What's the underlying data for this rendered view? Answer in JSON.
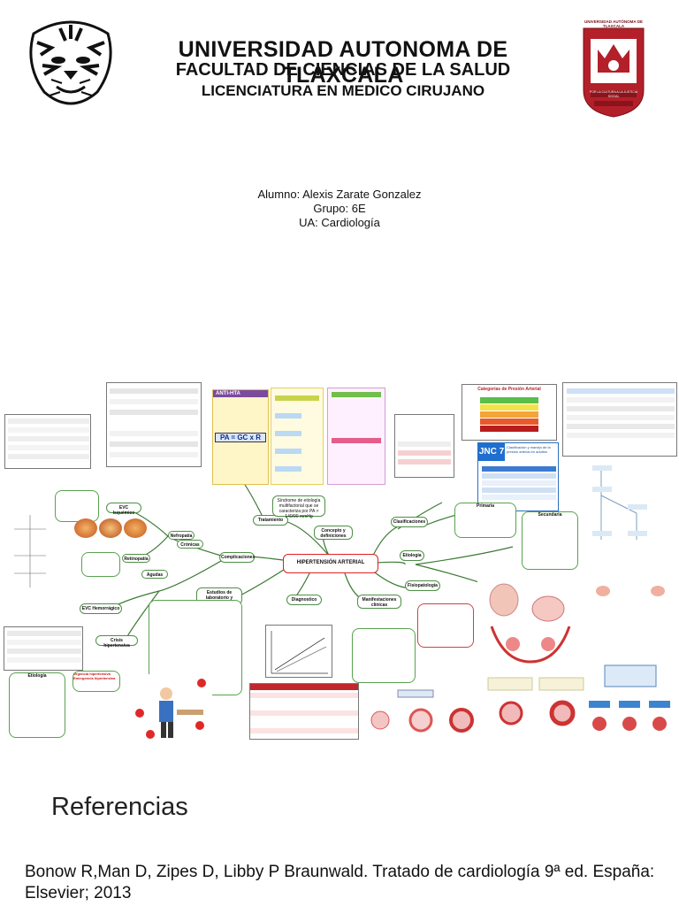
{
  "header": {
    "university": "UNIVERSIDAD AUTONOMA DE TLAXCALA",
    "faculty": "FACULTAD DE CIENCIAS DE LA SALUD",
    "program": "LICENCIATURA EN MEDICO CIRUJANO"
  },
  "logos": {
    "left": "tiger-head-logo",
    "right": "university-crest",
    "crest_text_top": "UNIVERSIDAD AUTÓNOMA DE TLAXCALA",
    "crest_text_bottom": "POR LA CULTURA A LA JUSTICIA SOCIAL"
  },
  "student": {
    "name": "Alumno: Alexis Zarate Gonzalez",
    "group": "Grupo: 6E",
    "course": "UA: Cardiología"
  },
  "poster": {
    "central": "HIPERTENSIÓN ARTERIAL",
    "branches": [
      "Tratamiento",
      "Concepto y definiciones",
      "Clasificaciones",
      "Etiología",
      "Fisiopatología",
      "Manifestaciones clínicas",
      "Diagnostico",
      "Estudios de laboratorio y gabinete",
      "Complicaciones",
      "Crónicas",
      "Agudas",
      "Nefropatía",
      "Retinopatía",
      "Crisis hipertensiva",
      "EVC Hemorrágico",
      "EVC Isquémico"
    ],
    "definition": "Síndrome de etiología multifactorial que se caracteriza por PA > 140/90 mmHg",
    "jnc": "JNC 7",
    "jnc_title": "Clasificación y manejo de la presión arterial en adultos",
    "category_title": "Categorías de Presión Arterial",
    "anti_hta": "ANTI-HTA",
    "formula": "PA = GC x R",
    "etiology_primary": "Primaria",
    "etiology_secondary": "Secundaria",
    "biology": "Etiología",
    "urgency": "Urgencia hipertensiva",
    "emergency": "Emergencia hipertensiva"
  },
  "references": {
    "title": "Referencias",
    "citation": "Bonow R,Man D, Zipes D, Libby P Braunwald. Tratado de cardiología 9ª ed. España: Elsevier; 2013"
  }
}
